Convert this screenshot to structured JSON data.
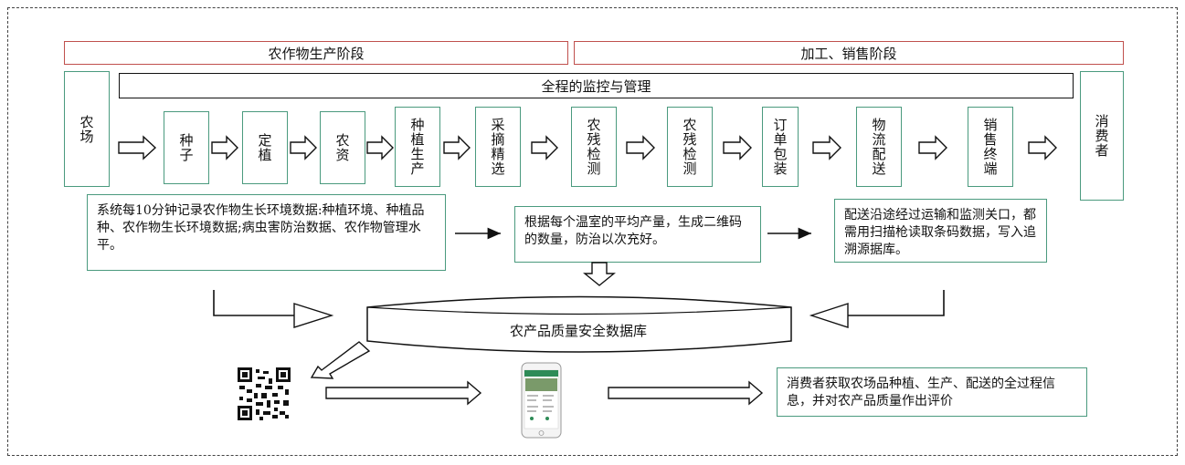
{
  "phases": {
    "production": "农作物生产阶段",
    "processing": "加工、销售阶段"
  },
  "monitoring": "全程的监控与管理",
  "chain": {
    "farm": "农场",
    "seed": "种子",
    "planting": "定植",
    "agri_input": "农资",
    "growing": "种植生产",
    "picking": "采摘精选",
    "residue_check_1": "农残检测",
    "residue_check_2": "农残检测",
    "order_packaging": "订单包装",
    "logistics": "物流配送",
    "sales_terminal": "销售终端",
    "consumer": "消费者"
  },
  "info": {
    "recording": "系统每10分钟记录农作物生长环境数据:种植环境、种植品种、农作物生长环境数据;病虫害防治数据、农作物管理水平。",
    "qr_code": "根据每个温室的平均产量，生成二维码的数量，防治以次充好。",
    "delivery": "配送沿途经过运输和监测关口，都需用扫描枪读取条码数据，写入追溯源据库。",
    "consumer": "消费者获取农场品种植、生产、配送的全过程信息，并对农产品质量作出评价"
  },
  "database": "农产品质量安全数据库",
  "icons": {
    "qr": "qr-code-icon",
    "phone": "smartphone-icon"
  },
  "colors": {
    "phase_border": "#c0504d",
    "node_border": "#4a9a7e",
    "outline": "#111111"
  }
}
